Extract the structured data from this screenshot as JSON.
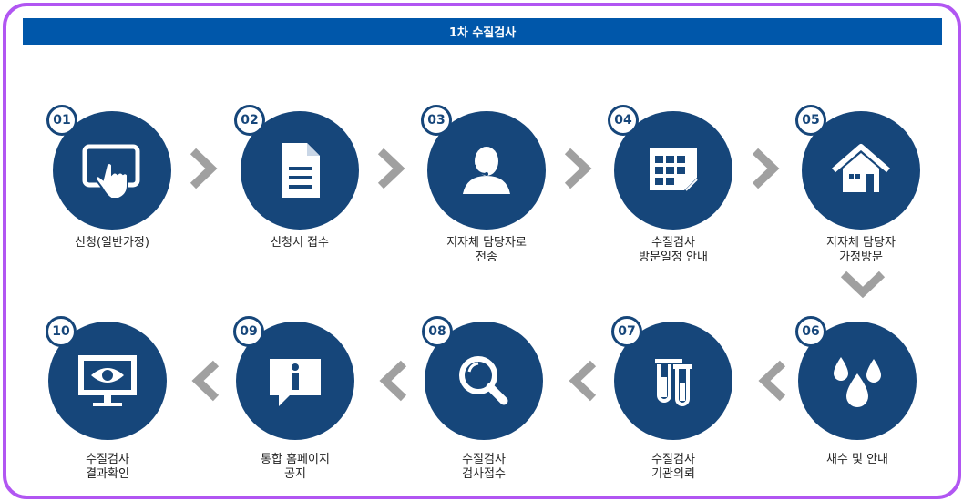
{
  "title": "1차 수질검사",
  "colors": {
    "circle": "#16467a",
    "title_bar": "#0057aa",
    "arrow": "#a0a0a0",
    "frame": "#b156f2"
  },
  "steps": [
    {
      "num": "01",
      "label": "신청(일반가정)",
      "icon": "touch-screen-icon"
    },
    {
      "num": "02",
      "label": "신청서 접수",
      "icon": "document-icon"
    },
    {
      "num": "03",
      "label": "지자체 담당자로\n전송",
      "icon": "operator-icon"
    },
    {
      "num": "04",
      "label": "수질검사\n방문일정 안내",
      "icon": "calendar-icon"
    },
    {
      "num": "05",
      "label": "지자체 담당자\n가정방문",
      "icon": "house-icon"
    },
    {
      "num": "06",
      "label": "채수 및 안내",
      "icon": "water-drops-icon"
    },
    {
      "num": "07",
      "label": "수질검사\n기관의뢰",
      "icon": "test-tubes-icon"
    },
    {
      "num": "08",
      "label": "수질검사\n검사접수",
      "icon": "magnifier-icon"
    },
    {
      "num": "09",
      "label": "통합 홈페이지\n공지",
      "icon": "info-speech-icon"
    },
    {
      "num": "10",
      "label": "수질검사\n결과확인",
      "icon": "monitor-eye-icon"
    }
  ]
}
